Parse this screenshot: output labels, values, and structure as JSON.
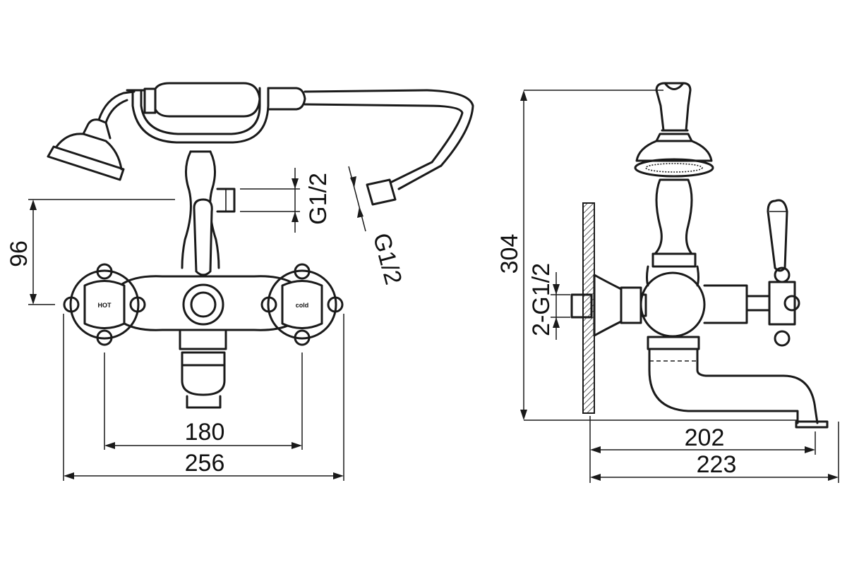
{
  "front_view": {
    "dim_overall_width": "256",
    "dim_handle_spacing": "180",
    "dim_height": "96",
    "thread_hose_outlet": "G1/2",
    "thread_hose": "G1/2",
    "label_hot": "HOT",
    "label_cold": "cold"
  },
  "side_view": {
    "dim_total_height": "304",
    "dim_wall_inlets": "2-G1/2",
    "dim_spout_reach": "202",
    "dim_overall_depth": "223"
  },
  "colors": {
    "line": "#1a1a1a",
    "background": "#ffffff"
  }
}
